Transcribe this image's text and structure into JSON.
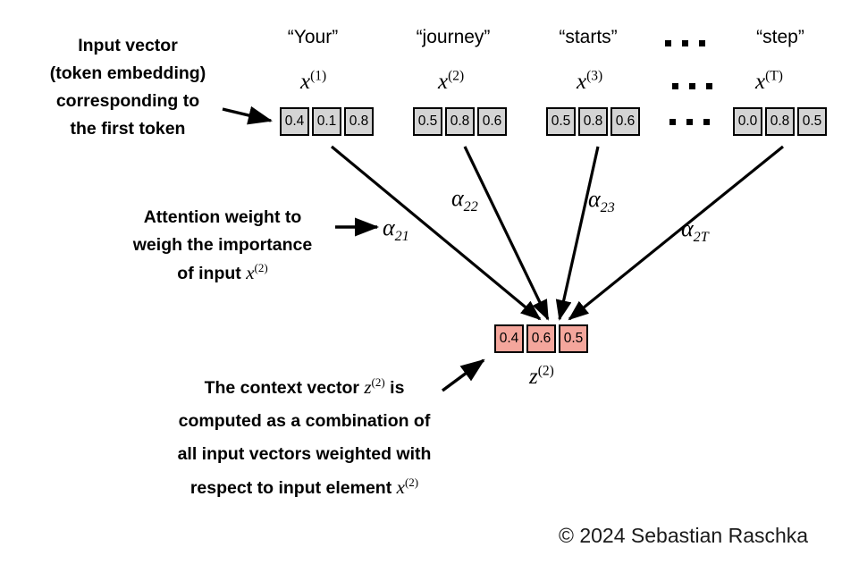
{
  "figure": {
    "title_tokens": [
      "“Your”",
      "“journey”",
      "“starts”",
      "“step”"
    ],
    "copyright": "© 2024 Sebastian Raschka"
  },
  "tokens": [
    {
      "quote": "“Your”",
      "symbol": "x",
      "superscript": "(1)",
      "values": [
        "0.4",
        "0.1",
        "0.8"
      ]
    },
    {
      "quote": "“journey”",
      "symbol": "x",
      "superscript": "(2)",
      "values": [
        "0.5",
        "0.8",
        "0.6"
      ]
    },
    {
      "quote": "“starts”",
      "symbol": "x",
      "superscript": "(3)",
      "values": [
        "0.5",
        "0.8",
        "0.6"
      ]
    },
    {
      "quote": "“step”",
      "symbol": "x",
      "superscript": "(T)",
      "values": [
        "0.0",
        "0.8",
        "0.5"
      ]
    }
  ],
  "ellipsis": "· · ·",
  "context_vector": {
    "symbol": "z",
    "superscript": "(2)",
    "values": [
      "0.4",
      "0.6",
      "0.5"
    ],
    "fill_color": "#f4a69c"
  },
  "input_cell_color": "#d4d4d4",
  "attention_weights": [
    {
      "symbol": "α",
      "subscript": "21"
    },
    {
      "symbol": "α",
      "subscript": "22"
    },
    {
      "symbol": "α",
      "subscript": "23"
    },
    {
      "symbol": "α",
      "subscript": "2T"
    }
  ],
  "annotations": {
    "input_vector": {
      "lines": [
        "Input vector",
        "(token embedding)",
        "corresponding to",
        "the first token"
      ]
    },
    "attention_weight": {
      "line1": "Attention weight to",
      "line2": "weigh the importance",
      "line3_prefix": "of input ",
      "line3_symbol": "x",
      "line3_superscript": "(2)"
    },
    "context_vector": {
      "line1_prefix": "The context vector ",
      "line1_symbol": "z",
      "line1_superscript": "(2)",
      "line1_suffix": " is",
      "line2": "computed as a combination of",
      "line3": "all input vectors weighted with",
      "line4_prefix": "respect to input element ",
      "line4_symbol": "x",
      "line4_superscript": "(2)"
    }
  }
}
